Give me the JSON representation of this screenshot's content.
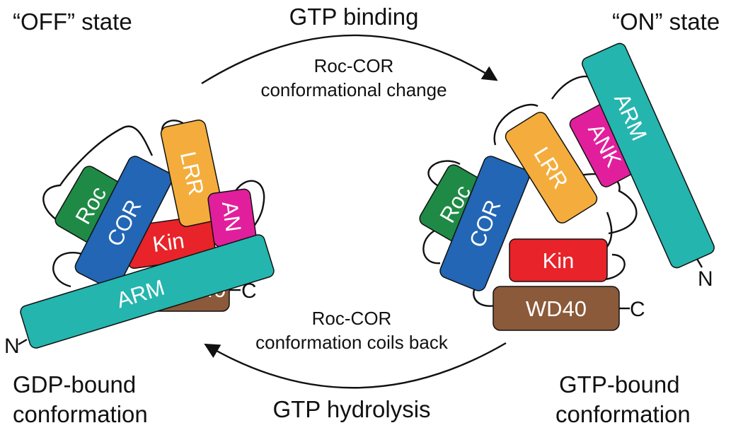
{
  "headings": {
    "off_state": "“OFF” state",
    "on_state": "“ON” state",
    "gdp_line1": "GDP-bound",
    "gdp_line2": "conformation",
    "gtp_line1": "GTP-bound",
    "gtp_line2": "conformation"
  },
  "transitions": {
    "forward_title": "GTP binding",
    "forward_line1": "Roc-COR",
    "forward_line2": "conformational change",
    "reverse_title": "GTP hydrolysis",
    "reverse_line1": "Roc-COR",
    "reverse_line2": "conformation coils back"
  },
  "domains": {
    "roc": "Roc",
    "cor": "COR",
    "lrr": "LRR",
    "ank": "ANK",
    "ank_partial": "AN",
    "kin": "Kin",
    "arm": "ARM",
    "wd40": "WD40",
    "wd40_partial": "40"
  },
  "termini": {
    "n": "N",
    "c": "C"
  },
  "colors": {
    "roc": "#1f8a45",
    "cor": "#2266b5",
    "lrr": "#f4ad3c",
    "ank": "#e11f9c",
    "kin": "#e8232a",
    "arm": "#24b5ae",
    "wd40": "#8b5a3a",
    "line": "#111111"
  }
}
